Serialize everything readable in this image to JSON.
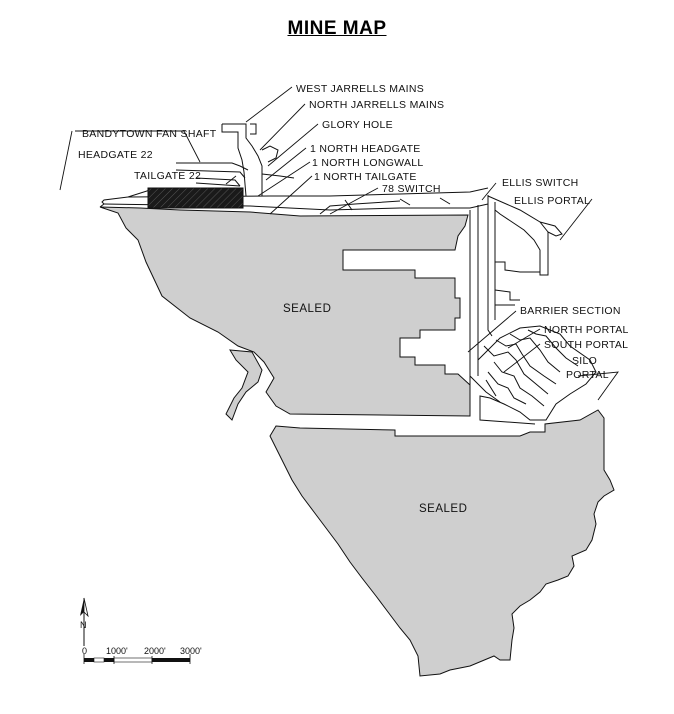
{
  "title": "MINE MAP",
  "labels": {
    "west_jarrells_mains": "WEST JARRELLS MAINS",
    "north_jarrells_mains": "NORTH JARRELLS MAINS",
    "glory_hole": "GLORY HOLE",
    "bandytown_fan_shaft": "BANDYTOWN FAN SHAFT",
    "headgate_22": "HEADGATE 22",
    "north_headgate": "1 NORTH HEADGATE",
    "north_longwall": "1 NORTH LONGWALL",
    "tailgate_22": "TAILGATE 22",
    "north_tailgate": "1 NORTH TAILGATE",
    "switch_78": "78 SWITCH",
    "ellis_switch": "ELLIS SWITCH",
    "ellis_portal": "ELLIS PORTAL",
    "barrier_section": "BARRIER SECTION",
    "north_portal": "NORTH PORTAL",
    "south_portal": "SOUTH PORTAL",
    "silo_portal_line1": "SILO",
    "silo_portal_line2": "PORTAL",
    "sealed_upper": "SEALED",
    "sealed_lower": "SEALED"
  },
  "scale_bar": {
    "ticks": [
      "0",
      "1000'",
      "2000'",
      "3000'"
    ]
  },
  "north_arrow": {
    "letter": "N"
  },
  "colors": {
    "sealed_fill": "#cfcfcf",
    "longwall_fill": "#1a1a1a",
    "outline": "#111111"
  }
}
